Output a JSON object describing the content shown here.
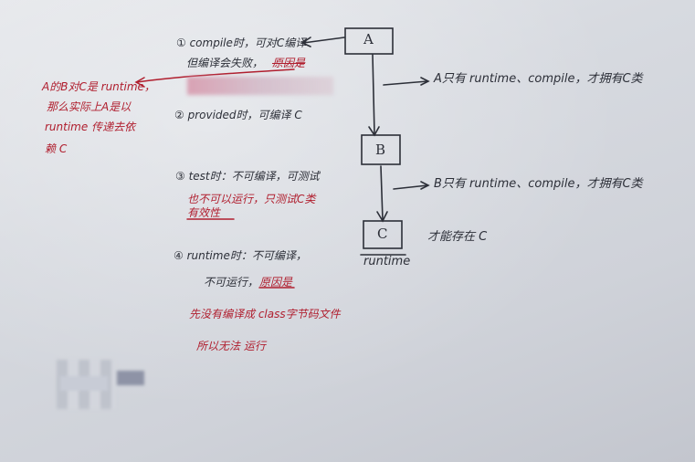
{
  "boxes": {
    "a": "A",
    "b": "B",
    "c": "C",
    "c_caption": "runtime"
  },
  "right_notes": {
    "a": "A只有 runtime、compile，才拥有C类",
    "b": "B只有 runtime、compile，才拥有C类",
    "c": "才能存在 C"
  },
  "notes": {
    "n1_line1": "① compile时，可对C编译",
    "n1_line2a": "但编译会失败，",
    "n1_line2b": "原因是",
    "n2": "② provided时，可编译 C",
    "n3_line1": "③ test时：不可编译，可测试",
    "n3_line2": "也不可以运行，只测试C类",
    "n3_line3": "有效性",
    "n4_line1": "④ runtime时：不可编译，",
    "n4_line2a": "不可运行，",
    "n4_line2b": "原因是",
    "n4_line3": "先没有编译成 class字节码文件",
    "n4_line4": "所以无法 运行"
  },
  "left_note": {
    "line1": "A的B对C是 runtime，",
    "line2": "那么实际上A是以",
    "line3": "runtime 传递去依",
    "line4": "赖 C"
  },
  "colors": {
    "ink_black": "#2c2f38",
    "ink_red": "#b01e2e",
    "paper": "#d7dae0"
  }
}
